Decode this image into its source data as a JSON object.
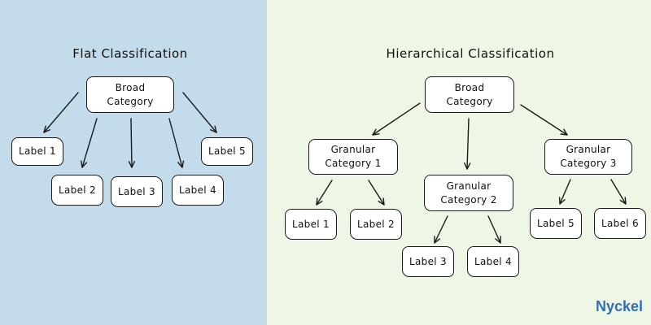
{
  "flat": {
    "title": "Flat Classification",
    "root": "Broad\nCategory",
    "labels": [
      "Label 1",
      "Label 2",
      "Label 3",
      "Label 4",
      "Label 5"
    ]
  },
  "hierarchical": {
    "title": "Hierarchical Classification",
    "root": "Broad\nCategory",
    "granular": [
      "Granular\nCategory 1",
      "Granular\nCategory 2",
      "Granular\nCategory 3"
    ],
    "labels": [
      "Label 1",
      "Label 2",
      "Label 3",
      "Label 4",
      "Label 5",
      "Label 6"
    ]
  },
  "brand": "Nyckel",
  "colors": {
    "flat_background": "#c3dbea",
    "hierarchical_background": "#eef7e6",
    "brand": "#2f6fb4"
  }
}
